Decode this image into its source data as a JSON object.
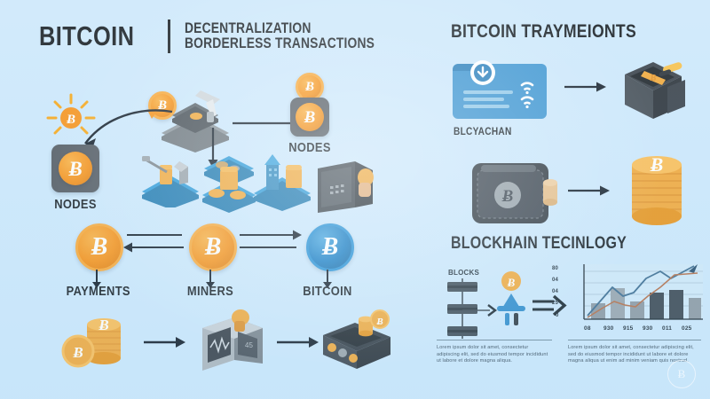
{
  "background_color": "#cde8fb",
  "header": {
    "brand": "BITCOIN",
    "tagline_line1": "DECENTRALIZATION",
    "tagline_line2": "BORDERLESS TRANSACTIONS"
  },
  "left_panel": {
    "node_left_label": "NODES",
    "node_right_label": "NODES",
    "flow_labels": [
      "PAYMENTS",
      "MINERS",
      "BITCOIN"
    ],
    "coin_glyph": "Ƀ",
    "colors": {
      "orange": "#f7931a",
      "blue": "#1b7fc4",
      "dark": "#3c444b"
    }
  },
  "right_panel": {
    "payments_heading": "BITCOIN TRAYMEIONTS",
    "card_label": "BLCYACHAN",
    "wallet_label": "BLOCKHAIN TECINLOGY",
    "blockchain_heading": "BLOCKHAIN TECINLOGY",
    "blocks_label": "BLOCKS",
    "caption_left": "Lorem ipsum dolor sit amet, consectetur adipiscing elit, sed do eiusmod tempor incididunt ut labore et dolore magna aliqua.",
    "caption_right": "Lorem ipsum dolor sit amet, consectetur adipiscing elit, sed do eiusmod tempor incididunt ut labore et dolore magna aliqua ut enim ad minim veniam quis nostrud."
  },
  "chart_data": {
    "type": "bar",
    "title": "",
    "xlabel": "",
    "ylabel": "",
    "categories": [
      "08",
      "930",
      "915",
      "930",
      "011",
      "025"
    ],
    "values": [
      14,
      43,
      18,
      33,
      42,
      28
    ],
    "ytick_labels": [
      "80",
      "04",
      "04",
      "25",
      "0"
    ],
    "ylim": [
      0,
      80
    ],
    "grid": true,
    "legend": "none",
    "bar_colors": [
      "#8e9aa3",
      "#9aa6ae",
      "#8e9aa3",
      "#3d4953",
      "#3d4953",
      "#8e9aa3"
    ],
    "series": [
      {
        "name": "trend-blue",
        "type": "line",
        "color": "#3f6f92",
        "values": [
          4,
          26,
          48,
          34,
          40,
          62,
          70,
          60,
          74
        ]
      },
      {
        "name": "trend-orange",
        "type": "line",
        "color": "#b5704a",
        "values": [
          2,
          14,
          26,
          22,
          20,
          34,
          46,
          58,
          60
        ]
      }
    ]
  },
  "watermark": {
    "glyph": "Ƀ"
  }
}
